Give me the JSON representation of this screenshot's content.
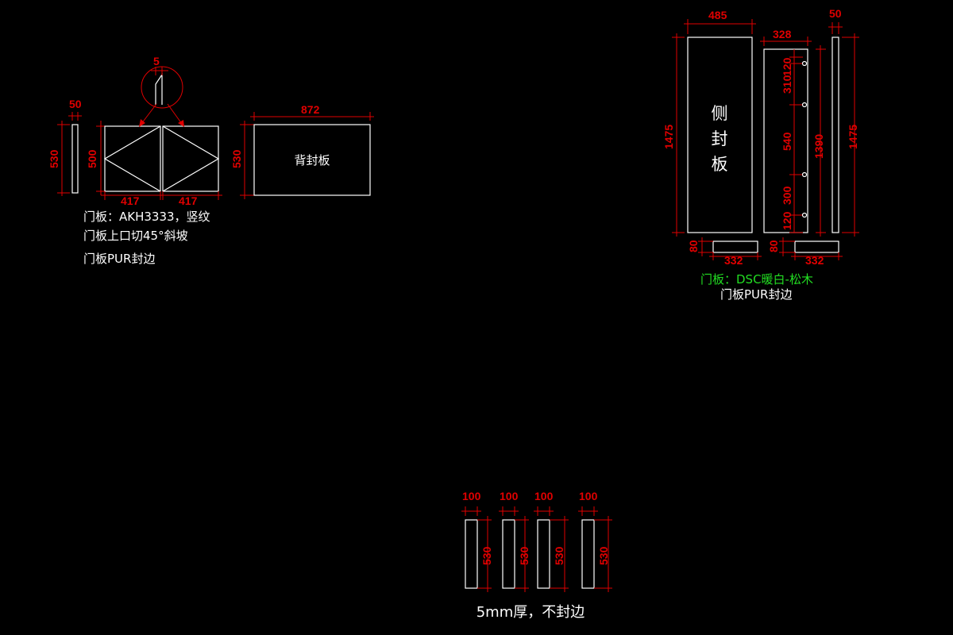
{
  "left": {
    "dim_top": "5",
    "dim_50": "50",
    "dim_530a": "530",
    "dim_500": "500",
    "dim_417a": "417",
    "dim_417b": "417",
    "dim_872": "872",
    "dim_530b": "530",
    "back_panel_label": "背封板",
    "note1": "门板：AKH3333，竖纹",
    "note2": "门板上口切45°斜坡",
    "note3": "门板PUR封边"
  },
  "right": {
    "dim_485": "485",
    "dim_328": "328",
    "dim_50": "50",
    "dim_1475a": "1475",
    "dim_1475b": "1475",
    "dim_1390": "1390",
    "dim_120a": "120",
    "dim_310": "310",
    "dim_540": "540",
    "dim_300": "300",
    "dim_120b": "120",
    "dim_80a": "80",
    "dim_80b": "80",
    "dim_332a": "332",
    "dim_332b": "332",
    "side_label_1": "侧",
    "side_label_2": "封",
    "side_label_3": "板",
    "note_green": "门板：DSC暖白-松木",
    "note_white": "门板PUR封边"
  },
  "bottom": {
    "strips": [
      {
        "width": "100",
        "height": "530"
      },
      {
        "width": "100",
        "height": "530"
      },
      {
        "width": "100",
        "height": "530"
      },
      {
        "width": "100",
        "height": "530"
      }
    ],
    "note": "5mm厚，不封边"
  }
}
